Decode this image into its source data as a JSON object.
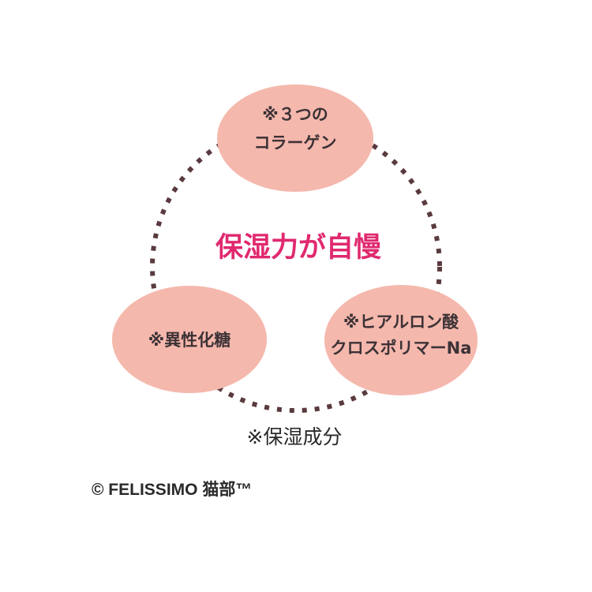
{
  "colors": {
    "node_fill": "#f5b8ad",
    "dots": "#5a3a3e",
    "center_text": "#e0296f",
    "node_text": "#3c3236"
  },
  "center_title": "保湿力が自慢",
  "nodes": [
    {
      "lines": [
        "※３つの",
        "コラーゲン"
      ]
    },
    {
      "lines": [
        "※異性化糖"
      ]
    },
    {
      "lines": [
        "※ヒアルロン酸",
        "クロスポリマーNa"
      ]
    }
  ],
  "footnote": "※保湿成分",
  "copyright": "© FELISSIMO 猫部™"
}
